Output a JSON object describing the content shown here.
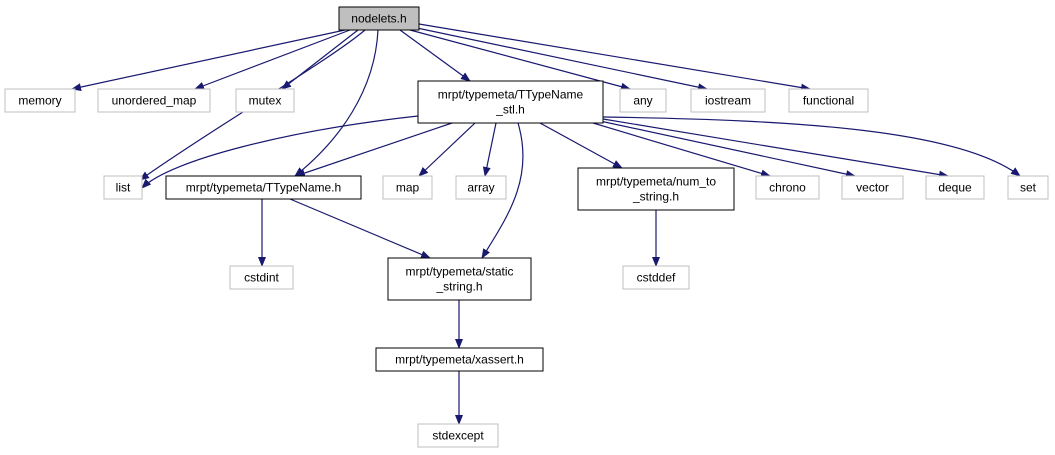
{
  "colors": {
    "background": "#ffffff",
    "edge": "#191970",
    "node_border_internal": "#000000",
    "node_border_external": "#bfbfbf",
    "node_fill_root": "#bfbfbf",
    "node_fill": "#ffffff",
    "text": "#000000"
  },
  "nodes": [
    {
      "id": "nodelets",
      "lines": [
        "nodelets.h"
      ],
      "kind": "root"
    },
    {
      "id": "memory",
      "lines": [
        "memory"
      ],
      "kind": "external"
    },
    {
      "id": "unordered_map",
      "lines": [
        "unordered_map"
      ],
      "kind": "external"
    },
    {
      "id": "mutex",
      "lines": [
        "mutex"
      ],
      "kind": "external"
    },
    {
      "id": "ttypename_stl",
      "lines": [
        "mrpt/typemeta/TTypeName",
        "_stl.h"
      ],
      "kind": "internal"
    },
    {
      "id": "any",
      "lines": [
        "any"
      ],
      "kind": "external"
    },
    {
      "id": "iostream",
      "lines": [
        "iostream"
      ],
      "kind": "external"
    },
    {
      "id": "functional",
      "lines": [
        "functional"
      ],
      "kind": "external"
    },
    {
      "id": "list",
      "lines": [
        "list"
      ],
      "kind": "external"
    },
    {
      "id": "ttypename",
      "lines": [
        "mrpt/typemeta/TTypeName.h"
      ],
      "kind": "internal"
    },
    {
      "id": "map",
      "lines": [
        "map"
      ],
      "kind": "external"
    },
    {
      "id": "array",
      "lines": [
        "array"
      ],
      "kind": "external"
    },
    {
      "id": "num_to_string",
      "lines": [
        "mrpt/typemeta/num_to",
        "_string.h"
      ],
      "kind": "internal"
    },
    {
      "id": "chrono",
      "lines": [
        "chrono"
      ],
      "kind": "external"
    },
    {
      "id": "vector",
      "lines": [
        "vector"
      ],
      "kind": "external"
    },
    {
      "id": "deque",
      "lines": [
        "deque"
      ],
      "kind": "external"
    },
    {
      "id": "set",
      "lines": [
        "set"
      ],
      "kind": "external"
    },
    {
      "id": "cstdint",
      "lines": [
        "cstdint"
      ],
      "kind": "external"
    },
    {
      "id": "static_string",
      "lines": [
        "mrpt/typemeta/static",
        "_string.h"
      ],
      "kind": "internal"
    },
    {
      "id": "cstddef",
      "lines": [
        "cstddef"
      ],
      "kind": "external"
    },
    {
      "id": "xassert",
      "lines": [
        "mrpt/typemeta/xassert.h"
      ],
      "kind": "internal"
    },
    {
      "id": "stdexcept",
      "lines": [
        "stdexcept"
      ],
      "kind": "external"
    }
  ],
  "edges": [
    {
      "from": "nodelets",
      "to": "memory"
    },
    {
      "from": "nodelets",
      "to": "unordered_map"
    },
    {
      "from": "nodelets",
      "to": "mutex"
    },
    {
      "from": "nodelets",
      "to": "ttypename_stl"
    },
    {
      "from": "nodelets",
      "to": "any"
    },
    {
      "from": "nodelets",
      "to": "iostream"
    },
    {
      "from": "nodelets",
      "to": "functional"
    },
    {
      "from": "nodelets",
      "to": "list"
    },
    {
      "from": "nodelets",
      "to": "ttypename"
    },
    {
      "from": "ttypename_stl",
      "to": "list"
    },
    {
      "from": "ttypename_stl",
      "to": "ttypename"
    },
    {
      "from": "ttypename_stl",
      "to": "map"
    },
    {
      "from": "ttypename_stl",
      "to": "array"
    },
    {
      "from": "ttypename_stl",
      "to": "static_string"
    },
    {
      "from": "ttypename_stl",
      "to": "num_to_string"
    },
    {
      "from": "ttypename_stl",
      "to": "chrono"
    },
    {
      "from": "ttypename_stl",
      "to": "vector"
    },
    {
      "from": "ttypename_stl",
      "to": "deque"
    },
    {
      "from": "ttypename_stl",
      "to": "set"
    },
    {
      "from": "ttypename",
      "to": "cstdint"
    },
    {
      "from": "ttypename",
      "to": "static_string"
    },
    {
      "from": "num_to_string",
      "to": "cstddef"
    },
    {
      "from": "static_string",
      "to": "xassert"
    },
    {
      "from": "xassert",
      "to": "stdexcept"
    }
  ]
}
